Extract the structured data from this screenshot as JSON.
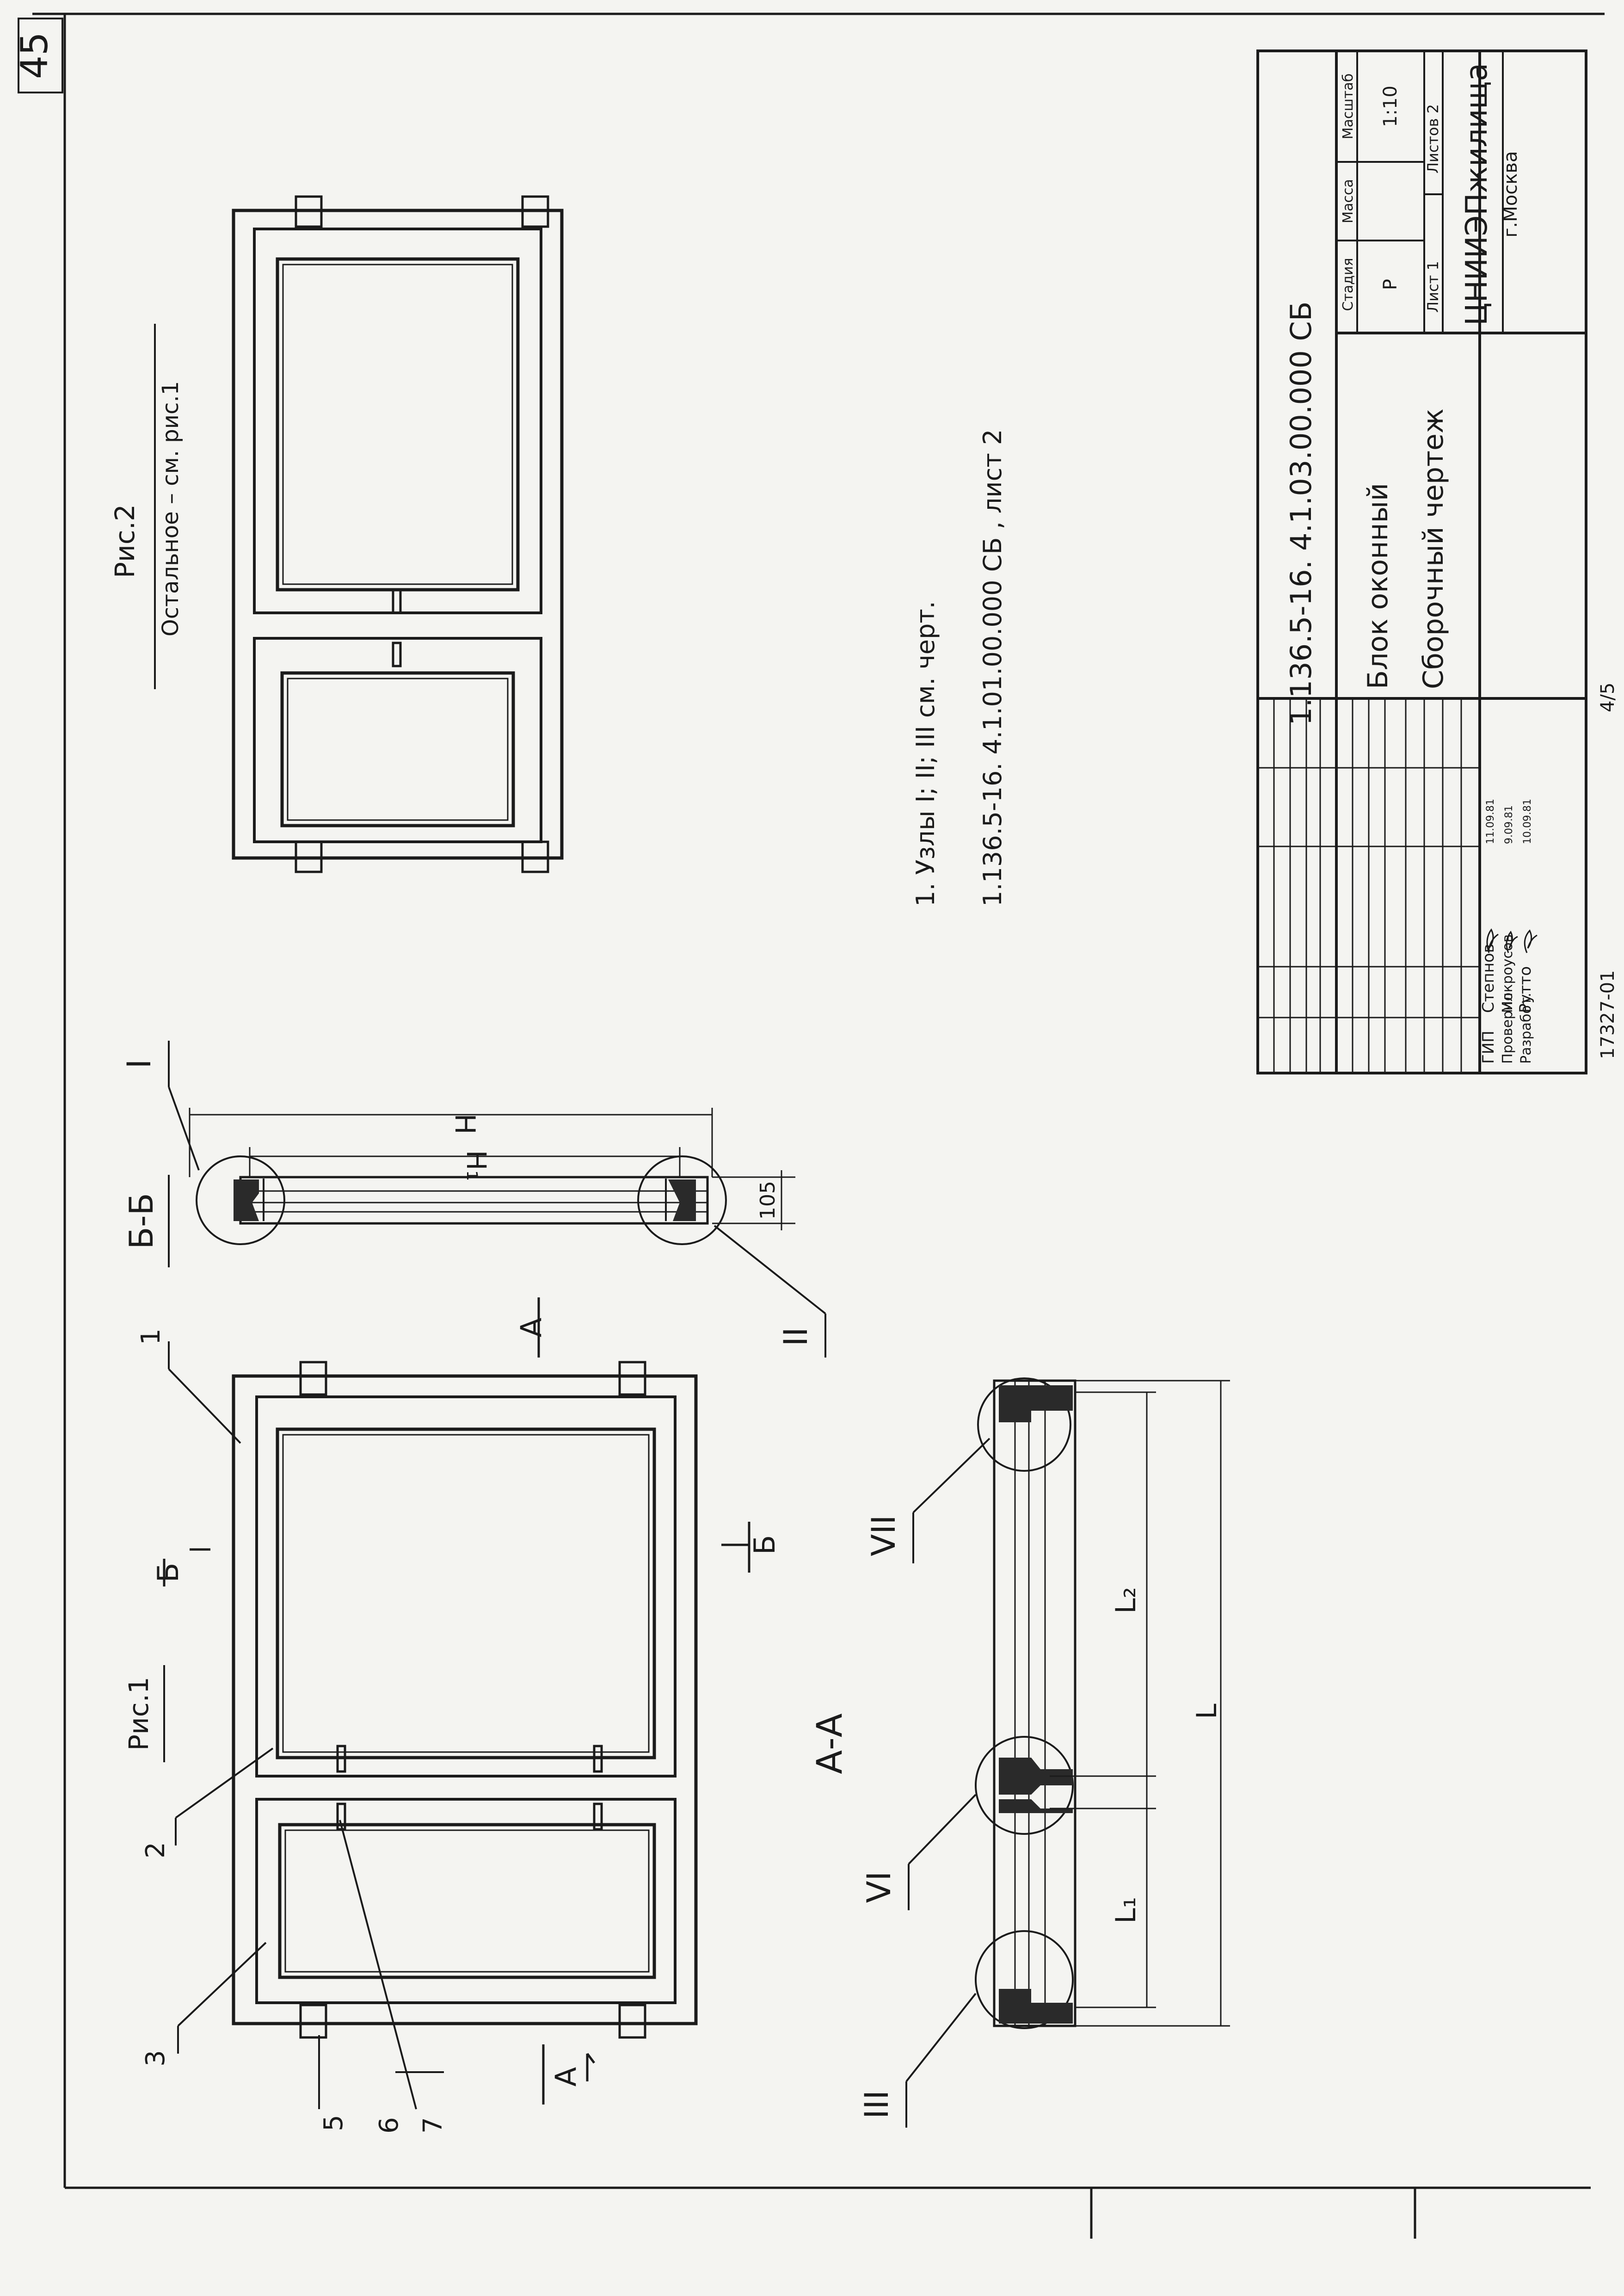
{
  "sheet": {
    "page_number": "45",
    "bottom_code": "17327-01",
    "bottom_mark": "4/5"
  },
  "figure1": {
    "title": "Рис.1",
    "section_a_label": "А-А",
    "section_b_label": "Б-Б",
    "cut_a": "А",
    "cut_b": "Б",
    "callouts": [
      "1",
      "2",
      "3",
      "5",
      "6",
      "7"
    ],
    "nodes": [
      "I",
      "II",
      "III",
      "VI",
      "VII"
    ],
    "dims": {
      "h": "Н",
      "h1": "Н₁",
      "d105": "105",
      "l": "L",
      "l1": "L₁",
      "l2": "L₂"
    }
  },
  "figure2": {
    "title": "Рис.2",
    "note": "Остальное – см. рис.1"
  },
  "notes": {
    "line1": "1. Узлы  I; II; III  см. черт.",
    "line2": "1.136.5-16. 4.1.01.00.000 СБ ,  лист 2"
  },
  "title_block": {
    "doc_code": "1.136.5-16. 4.1.03.00.000 СБ",
    "title_line1": "Блок  оконный",
    "title_line2": "Сборочный  чертеж",
    "headers": {
      "stage": "Стадия",
      "mass": "Масса",
      "scale": "Масштаб"
    },
    "stage": "Р",
    "scale": "1:10",
    "sheet": "Лист 1",
    "sheets": "Листов 2",
    "org_line1": "ЦНИИЭПжилища",
    "org_line2": "г.Москва",
    "signatures": [
      {
        "role": "ГИП",
        "name": "Степнов",
        "date": "11.09.81"
      },
      {
        "role": "Проверил",
        "name": "Мокроусов",
        "date": "9.09.81"
      },
      {
        "role": "Разработ.",
        "name": "Рутто",
        "date": "10.09.81"
      }
    ]
  }
}
